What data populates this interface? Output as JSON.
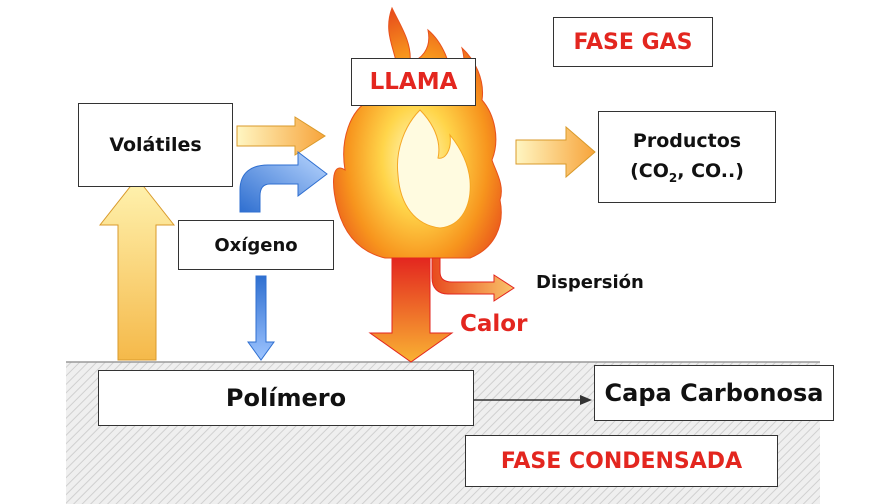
{
  "labels": {
    "fase_gas": "FASE GAS",
    "llama": "LLAMA",
    "volatiles": "Volátiles",
    "productos_line1": "Productos",
    "productos_line2_pre": "(CO",
    "productos_line2_sub": "2",
    "productos_line2_post": ", CO..)",
    "oxigeno": "Oxígeno",
    "dispersion": "Dispersión",
    "calor": "Calor",
    "polimero": "Polímero",
    "capa_carbonosa": "Capa Carbonosa",
    "fase_condensada": "FASE CONDENSADA"
  },
  "colors": {
    "accent_red": "#e3261f",
    "flame_outer": "#f7941d",
    "flame_inner": "#fff3a0",
    "oxygen_blue": "#4a90e2",
    "volatiles_yellow": "#f9e27a",
    "hatch": "#d4d4d4"
  }
}
